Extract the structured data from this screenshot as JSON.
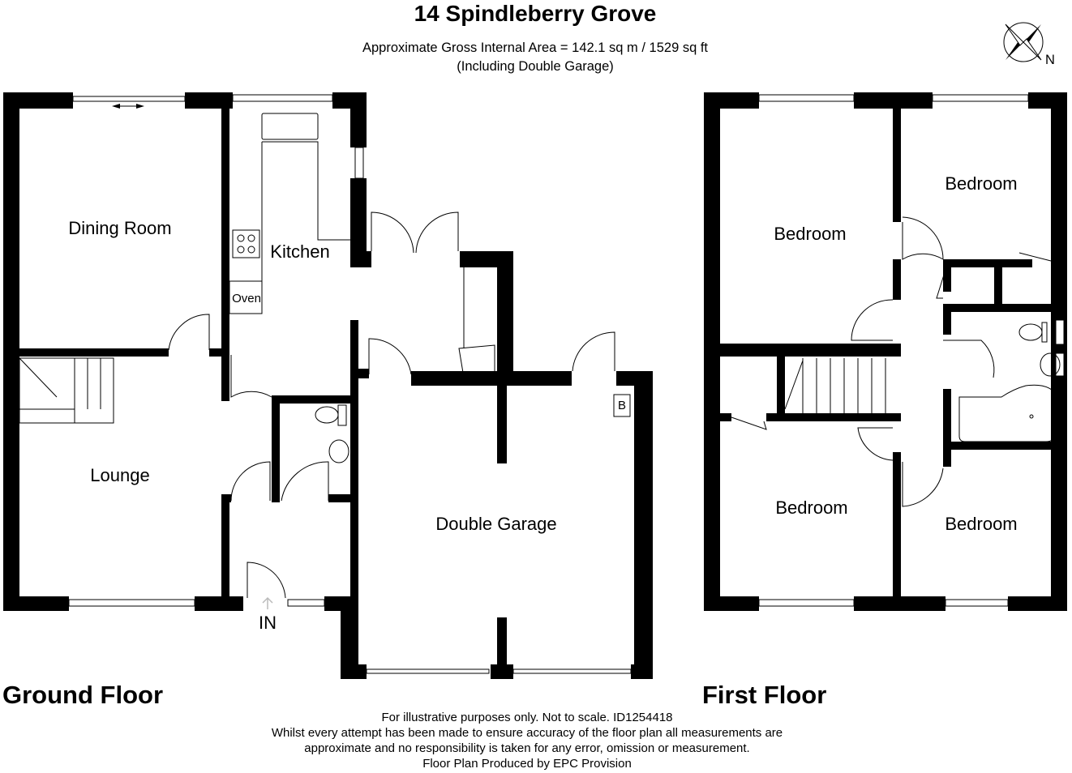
{
  "header": {
    "title": "14 Spindleberry Grove",
    "area_line": "Approximate Gross Internal Area = 142.1 sq m / 1529 sq ft",
    "area_note": "(Including Double Garage)"
  },
  "compass": {
    "label": "N"
  },
  "ground_floor": {
    "label": "Ground Floor",
    "rooms": {
      "dining": "Dining Room",
      "kitchen": "Kitchen",
      "oven": "Oven",
      "lounge": "Lounge",
      "garage": "Double Garage",
      "boiler": "B",
      "entrance": "IN"
    }
  },
  "first_floor": {
    "label": "First Floor",
    "rooms": {
      "bedroom1": "Bedroom",
      "bedroom2": "Bedroom",
      "bedroom3": "Bedroom",
      "bedroom4": "Bedroom"
    }
  },
  "footer": {
    "line1": "For illustrative purposes only. Not to scale. ID1254418",
    "line2": "Whilst every attempt has been made to ensure accuracy of the floor plan all measurements are",
    "line3": "approximate and no responsibility is taken for any error, omission or measurement.",
    "line4": "Floor Plan Produced by EPC Provision"
  }
}
